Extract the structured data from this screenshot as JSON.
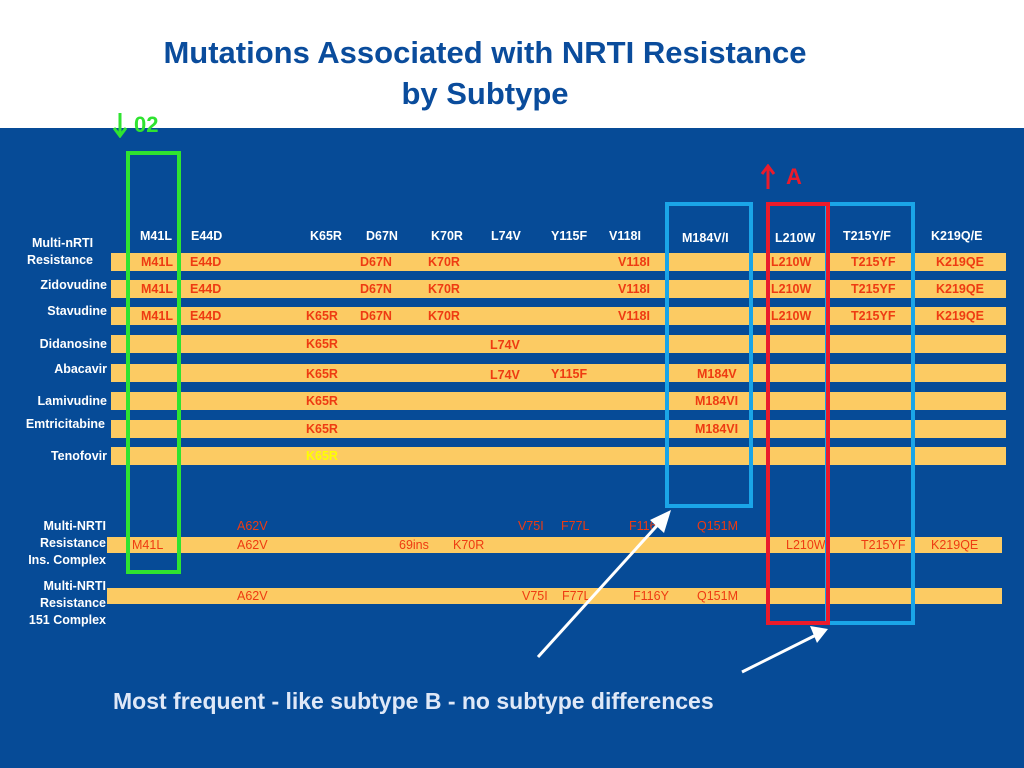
{
  "title": {
    "line1": "Mutations Associated with NRTI Resistance",
    "line2": "by Subtype"
  },
  "colors": {
    "background_blue": "#064b97",
    "bar": "#fccb63",
    "mutation_text": "#ee3b12",
    "green_box": "#2fe330",
    "red_box": "#ea1b2c",
    "cyan_box": "#1aa5e8"
  },
  "annotations": {
    "down_arrow_icon": "down-arrow",
    "subtype_02": "02",
    "up_arrow_icon": "up-arrow",
    "subtype_A": "A"
  },
  "headers": [
    "M41L",
    "E44D",
    "K65R",
    "D67N",
    "K70R",
    "L74V",
    "Y115F",
    "V118I",
    "M184V/I",
    "L210W",
    "T215Y/F",
    "K219Q/E"
  ],
  "row_labels": {
    "multi_nrti": [
      "Multi-nRTI",
      "Resistance"
    ],
    "zidovudine": "Zidovudine",
    "stavudine": "Stavudine",
    "didanosine": "Didanosine",
    "abacavir": "Abacavir",
    "lamivudine": "Lamivudine",
    "emtricitabine": "Emtricitabine",
    "tenofovir": "Tenofovir",
    "ins_complex": [
      "Multi-NRTI",
      "Resistance",
      "Ins. Complex"
    ],
    "complex_151": [
      "Multi-NRTI",
      "Resistance",
      "151 Complex"
    ]
  },
  "rows": {
    "multi_nrti": [
      "M41L",
      "E44D",
      "D67N",
      "K70R",
      "V118I",
      "L210W",
      "T215YF",
      "K219QE"
    ],
    "zidovudine": [
      "M41L",
      "E44D",
      "D67N",
      "K70R",
      "V118I",
      "L210W",
      "T215YF",
      "K219QE"
    ],
    "stavudine": [
      "M41L",
      "E44D",
      "K65R",
      "D67N",
      "K70R",
      "V118I",
      "L210W",
      "T215YF",
      "K219QE"
    ],
    "didanosine": [
      "K65R",
      "L74V"
    ],
    "abacavir": [
      "K65R",
      "L74V",
      "Y115F",
      "M184V"
    ],
    "lamivudine": [
      "K65R",
      "M184VI"
    ],
    "emtricitabine": [
      "K65R",
      "M184VI"
    ],
    "tenofovir": [
      "K65R"
    ],
    "ins_complex_above": [
      "A62V",
      "V75I",
      "F77L",
      "F116Y",
      "Q151M"
    ],
    "ins_complex": [
      "M41L",
      "A62V",
      "69ins",
      "K70R",
      "L210W",
      "T215YF",
      "K219QE"
    ],
    "complex_151": [
      "A62V",
      "V75I",
      "F77L",
      "F116Y",
      "Q151M"
    ]
  },
  "footer": "Most frequent - like subtype B - no subtype differences"
}
